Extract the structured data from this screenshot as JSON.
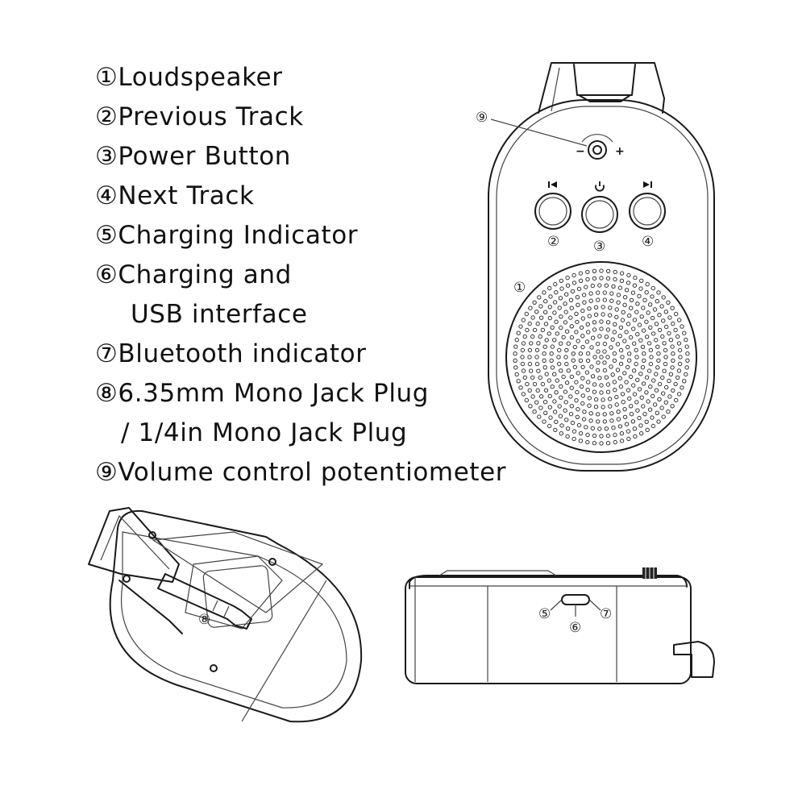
{
  "legend": {
    "item1": "①Loudspeaker",
    "item2": "②Previous Track",
    "item3": "③Power Button",
    "item4": "④Next Track",
    "item5": "⑤Charging Indicator",
    "item6a": "⑥Charging and",
    "item6b": "USB interface",
    "item7": "⑦Bluetooth indicator",
    "item8a": "⑧6.35mm Mono Jack Plug",
    "item8b": "/ 1/4in Mono Jack Plug",
    "item9": "⑨Volume control potentiometer"
  },
  "callouts": {
    "c1": "①",
    "c2": "②",
    "c3": "③",
    "c4": "④",
    "c5": "⑤",
    "c6": "⑥",
    "c7": "⑦",
    "c8": "⑧",
    "c9": "⑨"
  },
  "symbols": {
    "minus": "−",
    "plus": "+",
    "prev": "⏮",
    "power": "⏻",
    "next": "⏭"
  },
  "icons": {
    "prev-track": "prev-icon",
    "power": "power-icon",
    "next-track": "next-icon",
    "volume-knob": "knob-icon",
    "speaker-grille": "speaker-grille-icon"
  }
}
